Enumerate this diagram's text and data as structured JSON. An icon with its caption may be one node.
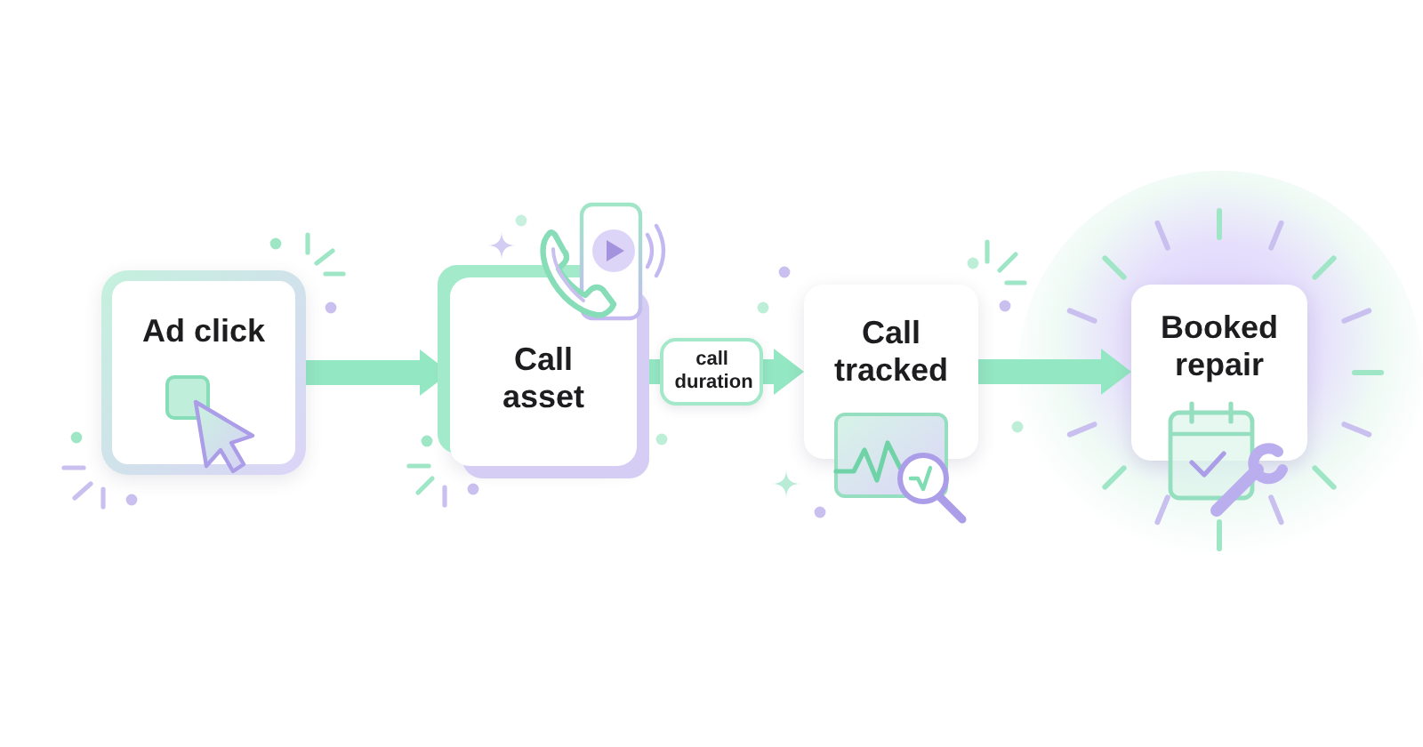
{
  "diagram": {
    "nodes": [
      {
        "text": [
          "Ad click"
        ]
      },
      {
        "text": [
          "Call asset"
        ]
      },
      {
        "text": [
          "Call tracked"
        ]
      },
      {
        "text": [
          "Booked repair"
        ]
      }
    ],
    "edges": [
      {
        "from": 0,
        "to": 1,
        "arrow": "to"
      },
      {
        "from": 1,
        "to": 2,
        "arrow": "to",
        "label": "call duration"
      },
      {
        "from": 2,
        "to": 3,
        "arrow": "to"
      }
    ]
  }
}
